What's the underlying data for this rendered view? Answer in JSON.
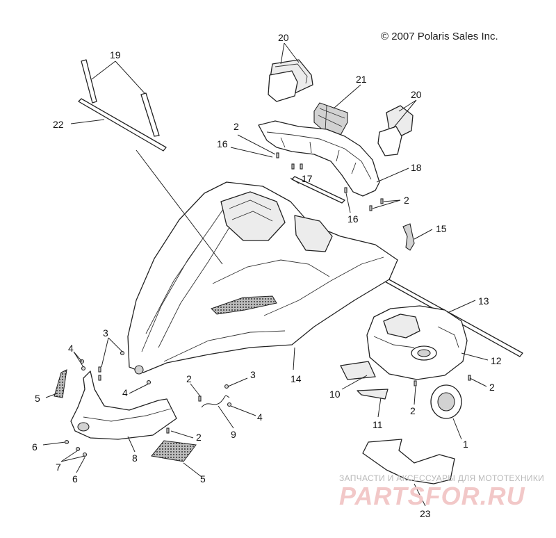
{
  "copyright": "© 2007 Polaris Sales Inc.",
  "watermark": {
    "tagline": "ЗАПЧАСТИ И АКСЕССУАРЫ ДЛЯ МОТОТЕХНИКИ",
    "logo": "PARTSFOR.RU",
    "color": "#f2c8c8"
  },
  "callouts": [
    {
      "id": "c20a",
      "label": "20"
    },
    {
      "id": "c19",
      "label": "19"
    },
    {
      "id": "c22",
      "label": "22"
    },
    {
      "id": "c21",
      "label": "21"
    },
    {
      "id": "c20b",
      "label": "20"
    },
    {
      "id": "c2a",
      "label": "2"
    },
    {
      "id": "c16a",
      "label": "16"
    },
    {
      "id": "c18",
      "label": "18"
    },
    {
      "id": "c17",
      "label": "17"
    },
    {
      "id": "c2b",
      "label": "2"
    },
    {
      "id": "c16b",
      "label": "16"
    },
    {
      "id": "c15",
      "label": "15"
    },
    {
      "id": "c13",
      "label": "13"
    },
    {
      "id": "c12",
      "label": "12"
    },
    {
      "id": "c3a",
      "label": "3"
    },
    {
      "id": "c4a",
      "label": "4"
    },
    {
      "id": "c5a",
      "label": "5"
    },
    {
      "id": "c4b",
      "label": "4"
    },
    {
      "id": "c2c",
      "label": "2"
    },
    {
      "id": "c3b",
      "label": "3"
    },
    {
      "id": "c14",
      "label": "14"
    },
    {
      "id": "c10",
      "label": "10"
    },
    {
      "id": "c2d",
      "label": "2"
    },
    {
      "id": "c2e",
      "label": "2"
    },
    {
      "id": "c11",
      "label": "11"
    },
    {
      "id": "c4c",
      "label": "4"
    },
    {
      "id": "c9",
      "label": "9"
    },
    {
      "id": "c6a",
      "label": "6"
    },
    {
      "id": "c7",
      "label": "7"
    },
    {
      "id": "c8",
      "label": "8"
    },
    {
      "id": "c2f",
      "label": "2"
    },
    {
      "id": "c6b",
      "label": "6"
    },
    {
      "id": "c5b",
      "label": "5"
    },
    {
      "id": "c1",
      "label": "1"
    },
    {
      "id": "c23",
      "label": "23"
    }
  ]
}
